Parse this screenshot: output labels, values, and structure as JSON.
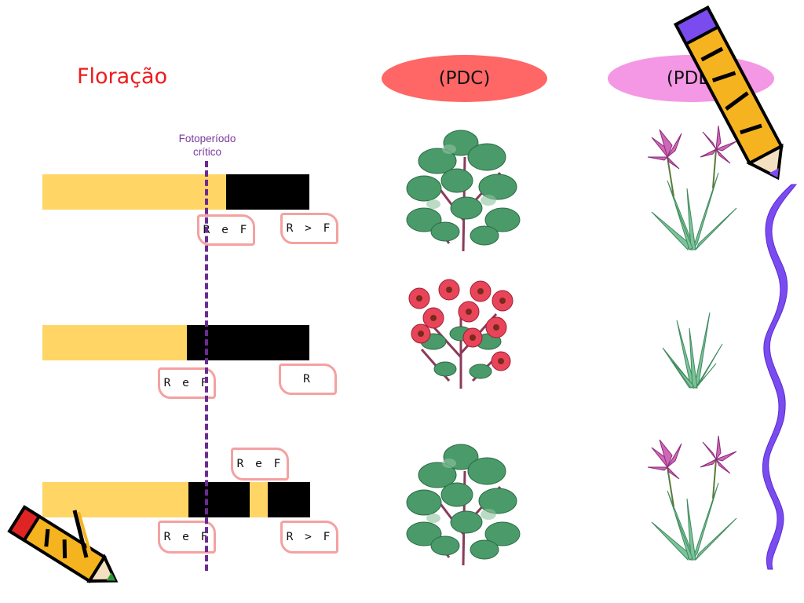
{
  "title": "Floração",
  "headers": {
    "pdc": "(PDC)",
    "pdl": "(PDL)"
  },
  "critical_line": {
    "label_1": "Fotoperíodo",
    "label_2": "crítico"
  },
  "rows": [
    {
      "tag_left": "R e F",
      "tag_right": "R > F"
    },
    {
      "tag_left": "R e F",
      "tag_right": "R"
    },
    {
      "tag_top": "R e F",
      "tag_left": "R e F",
      "tag_right": "R > F"
    }
  ],
  "colors": {
    "light_period": "#ffd566",
    "dark_period": "#000000",
    "title": "#ee1c1c",
    "pdc_ellipse": "#ff6666",
    "pdl_ellipse": "#f497e4",
    "critical_line": "#6a2b93"
  },
  "icons": [
    "pencil-icon-top-right",
    "pencil-icon-bottom-left",
    "plant-leafy-icon",
    "plant-flowering-icon",
    "iris-flowering-icon",
    "iris-leaves-icon",
    "wavy-border-icon"
  ]
}
